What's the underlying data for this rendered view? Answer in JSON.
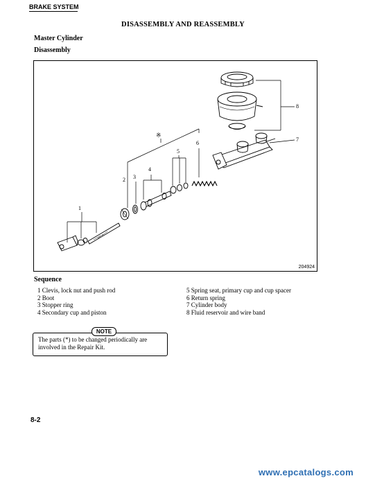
{
  "header": {
    "section": "BRAKE SYSTEM",
    "title": "DISASSEMBLY AND REASSEMBLY"
  },
  "subheads": {
    "component": "Master Cylinder",
    "procedure": "Disassembly"
  },
  "figure": {
    "id": "204924",
    "star_mark": "※",
    "callouts": [
      "1",
      "2",
      "3",
      "4",
      "5",
      "6",
      "7",
      "8"
    ]
  },
  "sequence": {
    "title": "Sequence",
    "left": [
      "1  Clevis, lock nut and push rod",
      "2  Boot",
      "3  Stopper ring",
      "4  Secondary cup and piston"
    ],
    "right": [
      "5  Spring seat, primary cup and cup spacer",
      "6  Return spring",
      "7  Cylinder body",
      "8  Fluid reservoir and wire band"
    ]
  },
  "note": {
    "tag": "NOTE",
    "text": "The parts (*) to be changed periodically are involved in the Repair Kit."
  },
  "page_number": "8-2",
  "watermark": "www.epcatalogs.com"
}
